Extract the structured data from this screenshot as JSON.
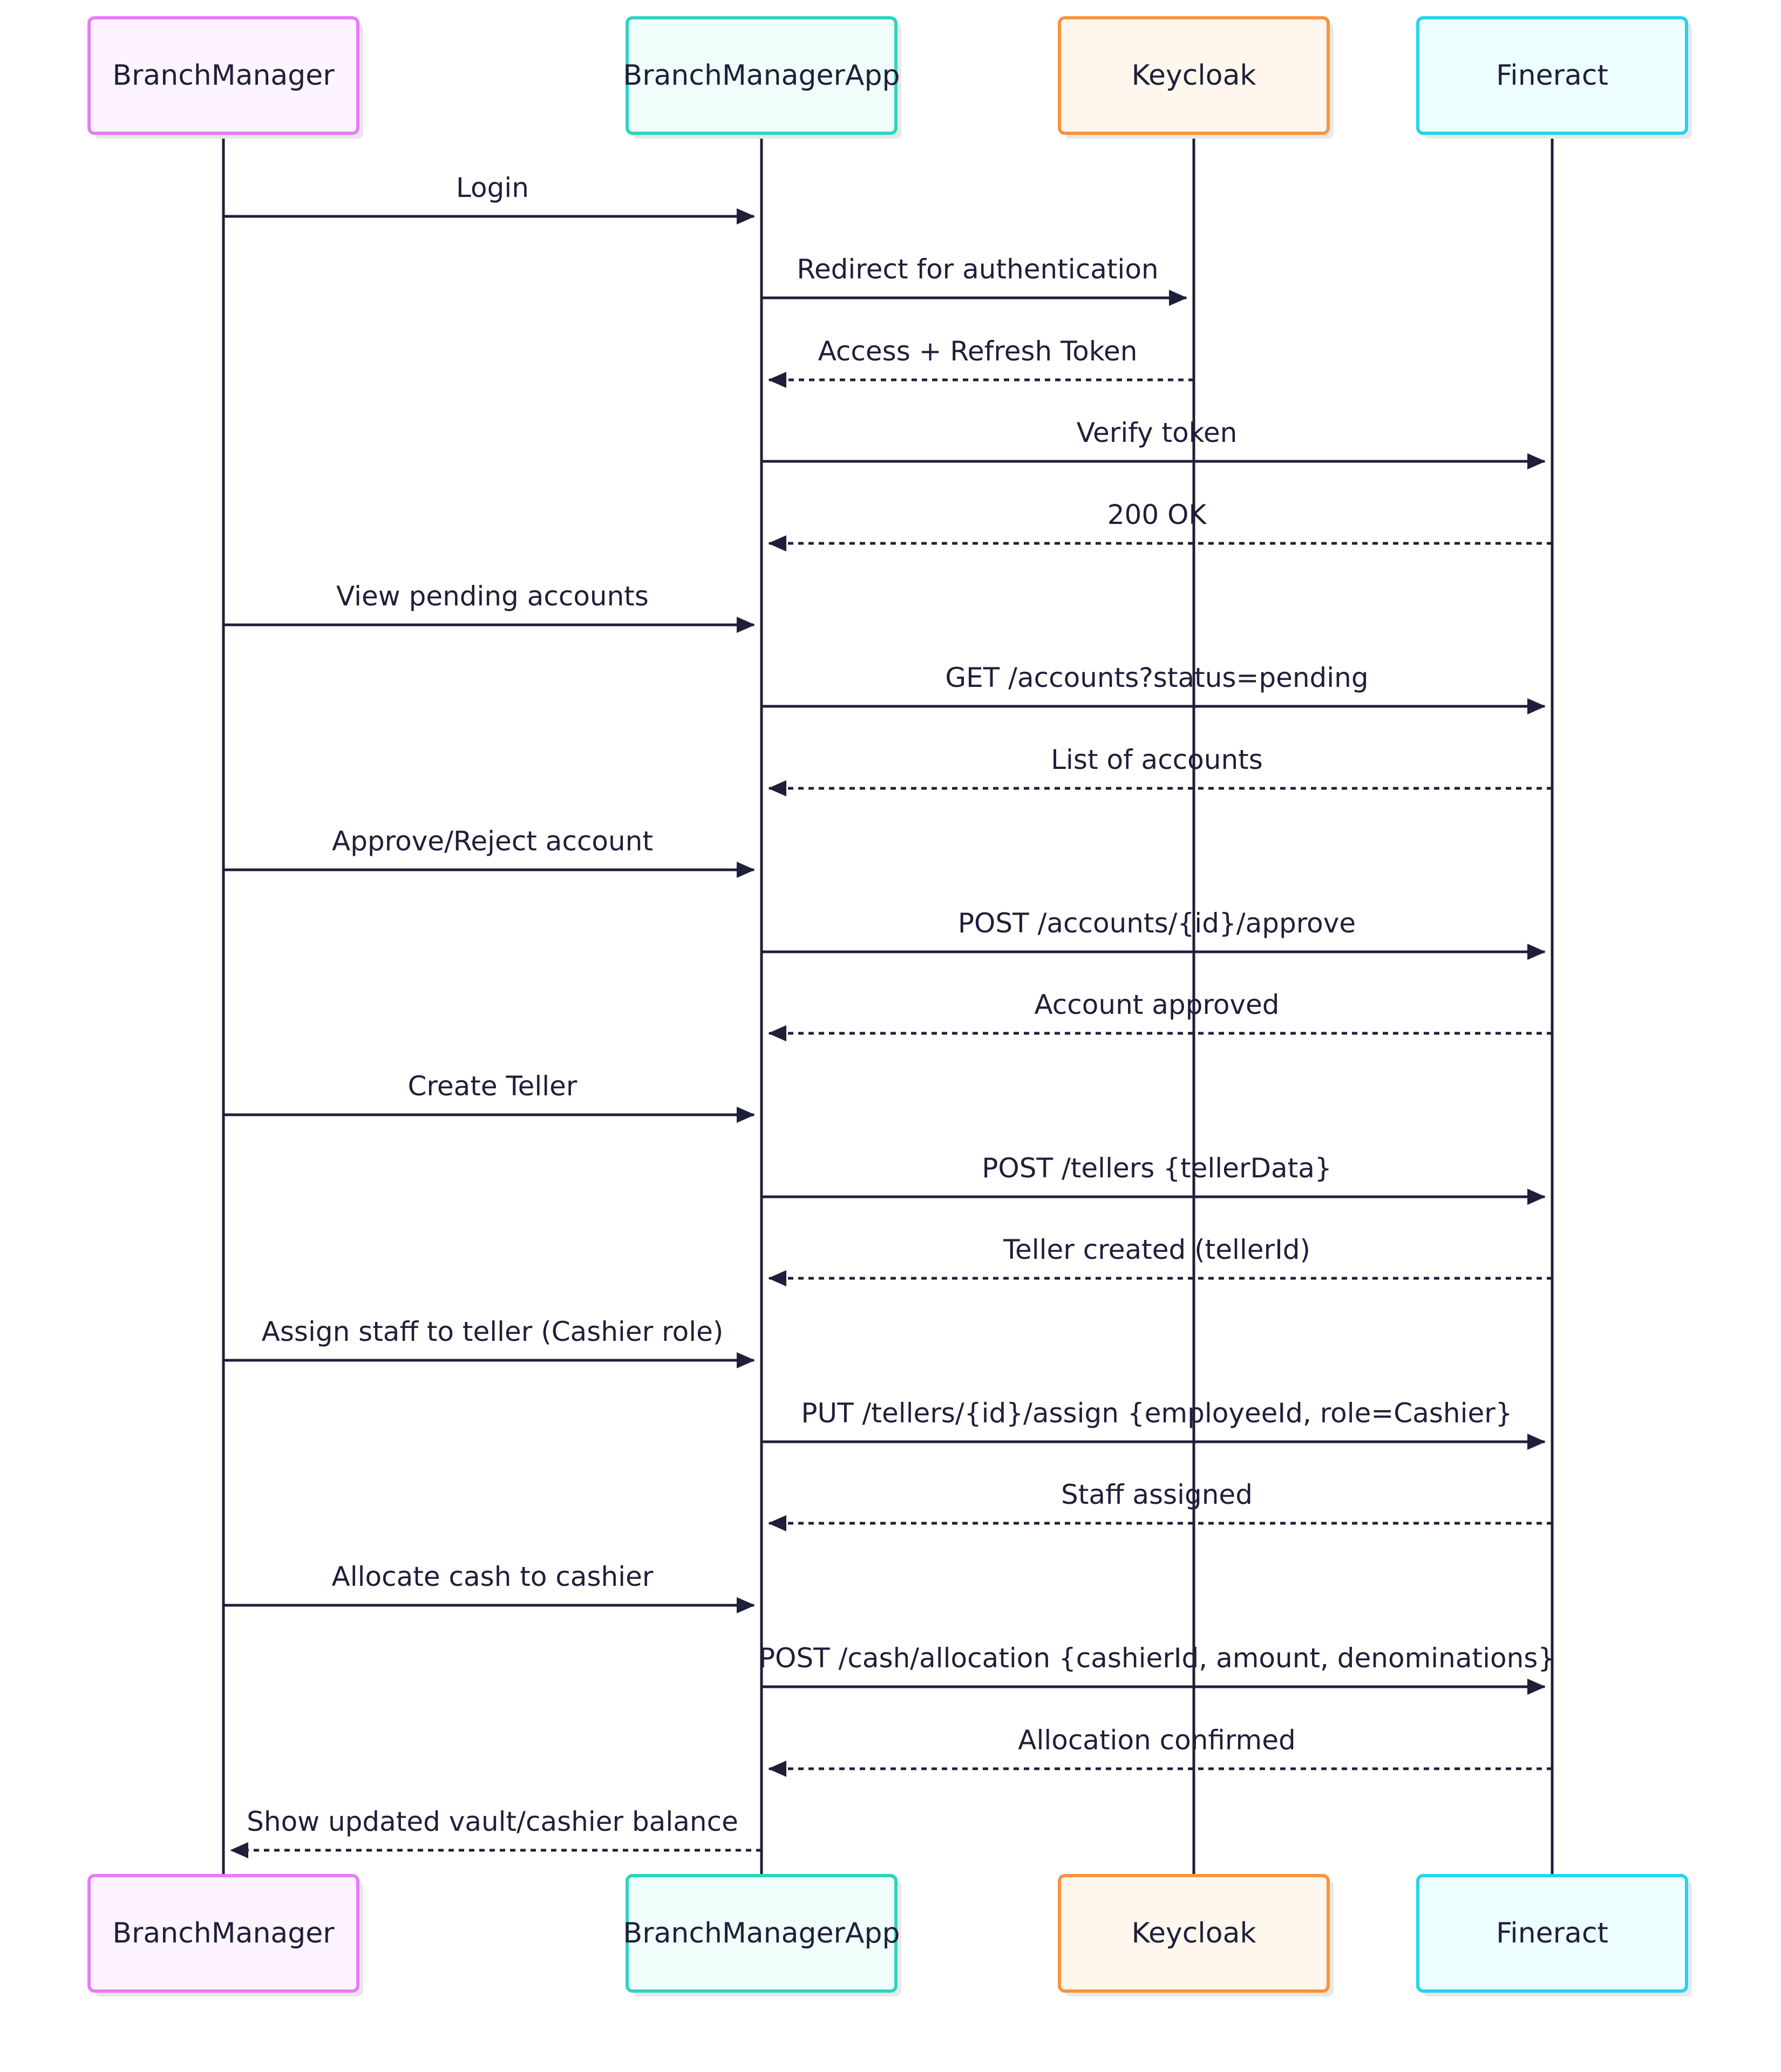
{
  "participants": [
    {
      "id": "bm",
      "label": "BranchManager",
      "stroke": "#e879f9",
      "fill": "#fdf4ff"
    },
    {
      "id": "app",
      "label": "BranchManagerApp",
      "stroke": "#2dd4bf",
      "fill": "#f0fdfa"
    },
    {
      "id": "kc",
      "label": "Keycloak",
      "stroke": "#fb923c",
      "fill": "#fff7ed"
    },
    {
      "id": "fin",
      "label": "Fineract",
      "stroke": "#22d3ee",
      "fill": "#ecfeff"
    }
  ],
  "messages": [
    {
      "from": "bm",
      "to": "app",
      "label": "Login",
      "style": "solid"
    },
    {
      "from": "app",
      "to": "kc",
      "label": "Redirect for authentication",
      "style": "solid"
    },
    {
      "from": "kc",
      "to": "app",
      "label": "Access + Refresh Token",
      "style": "dashed"
    },
    {
      "from": "app",
      "to": "fin",
      "label": "Verify token",
      "style": "solid"
    },
    {
      "from": "fin",
      "to": "app",
      "label": "200 OK",
      "style": "dashed"
    },
    {
      "from": "bm",
      "to": "app",
      "label": "View pending accounts",
      "style": "solid"
    },
    {
      "from": "app",
      "to": "fin",
      "label": "GET /accounts?status=pending",
      "style": "solid"
    },
    {
      "from": "fin",
      "to": "app",
      "label": "List of accounts",
      "style": "dashed"
    },
    {
      "from": "bm",
      "to": "app",
      "label": "Approve/Reject account",
      "style": "solid"
    },
    {
      "from": "app",
      "to": "fin",
      "label": "POST /accounts/{id}/approve",
      "style": "solid"
    },
    {
      "from": "fin",
      "to": "app",
      "label": "Account approved",
      "style": "dashed"
    },
    {
      "from": "bm",
      "to": "app",
      "label": "Create Teller",
      "style": "solid"
    },
    {
      "from": "app",
      "to": "fin",
      "label": "POST /tellers {tellerData}",
      "style": "solid"
    },
    {
      "from": "fin",
      "to": "app",
      "label": "Teller created (tellerId)",
      "style": "dashed"
    },
    {
      "from": "bm",
      "to": "app",
      "label": "Assign staff to teller (Cashier role)",
      "style": "solid"
    },
    {
      "from": "app",
      "to": "fin",
      "label": "PUT /tellers/{id}/assign {employeeId, role=Cashier}",
      "style": "solid"
    },
    {
      "from": "fin",
      "to": "app",
      "label": "Staff assigned",
      "style": "dashed"
    },
    {
      "from": "bm",
      "to": "app",
      "label": "Allocate cash to cashier",
      "style": "solid"
    },
    {
      "from": "app",
      "to": "fin",
      "label": "POST /cash/allocation {cashierId, amount, denominations}",
      "style": "solid"
    },
    {
      "from": "fin",
      "to": "app",
      "label": "Allocation confirmed",
      "style": "dashed"
    },
    {
      "from": "app",
      "to": "bm",
      "label": "Show updated vault/cashier balance",
      "style": "dashed"
    }
  ],
  "colors": {
    "line": "#1f1f3a",
    "text": "#1f1f3a",
    "background": "#ffffff"
  }
}
